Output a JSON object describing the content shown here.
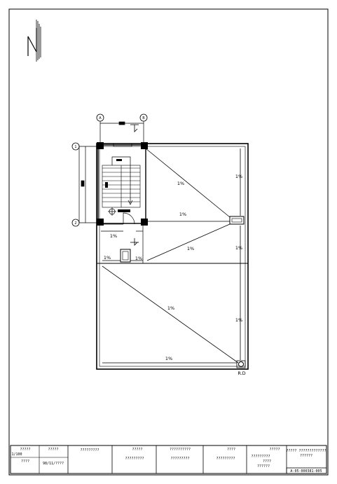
{
  "plan": {
    "grid_labels": [
      "A",
      "B",
      "1",
      "2"
    ],
    "slope_labels": [
      "1%",
      "1%",
      "1%",
      "1%",
      "1%",
      "1%",
      "1%",
      "1%",
      "1%",
      "1%"
    ],
    "drain_label": "R.D"
  },
  "title_block": {
    "scale_label": "?????",
    "scale_value": "1/100",
    "date_label": "????",
    "date_value": "98/11/????",
    "sheet_label": "?????",
    "cells": [
      "?????????",
      "?????",
      "?????????",
      "??????????",
      "?????????",
      "????",
      "?????????",
      "?????????",
      "??????",
      "????",
      "?????",
      "????? ?????????????",
      "??????"
    ],
    "drawing_number": "A-05-000381-005"
  }
}
